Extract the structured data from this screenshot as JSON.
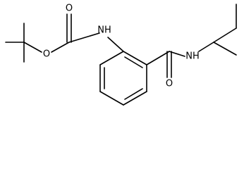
{
  "molecule": {
    "atom_labels": {
      "carbonyl_oxygen_carbamate": "O",
      "ester_oxygen": "O",
      "carbamate_nitrogen": "NH",
      "amide_nitrogen": "NH",
      "carbonyl_oxygen_amide": "O"
    }
  },
  "colors": {
    "bond": "#000000",
    "label": "#000000",
    "background": "#ffffff"
  }
}
